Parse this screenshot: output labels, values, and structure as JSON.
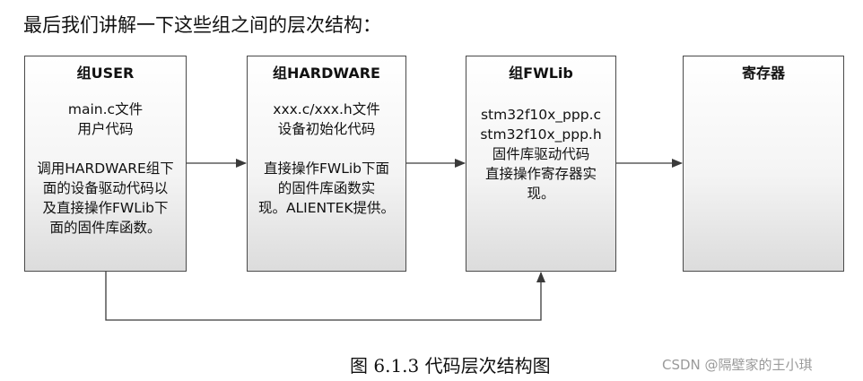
{
  "intro": "最后我们讲解一下这些组之间的层次结构：",
  "boxes": {
    "user": {
      "title": "组USER",
      "lines": [
        "main.c文件",
        "用户代码",
        "",
        "调用HARDWARE组下",
        "面的设备驱动代码以",
        "及直接操作FWLib下",
        "面的固件库函数。"
      ]
    },
    "hardware": {
      "title": "组HARDWARE",
      "lines": [
        "xxx.c/xxx.h文件",
        "设备初始化代码",
        "",
        "直接操作FWLib下面",
        "的固件库函数实",
        "现。ALIENTEK提供。"
      ]
    },
    "fwlib": {
      "title": "组FWLib",
      "lines": [
        "stm32f10x_ppp.c",
        "stm32f10x_ppp.h",
        "固件库驱动代码",
        "直接操作寄存器实",
        "现。"
      ]
    },
    "register": {
      "title": "寄存器"
    }
  },
  "caption": "图 6.1.3  代码层次结构图",
  "watermark": "CSDN @隔壁家的王小琪",
  "colors": {
    "border": "#4a4a4a",
    "arrow": "#3a3a3a"
  }
}
